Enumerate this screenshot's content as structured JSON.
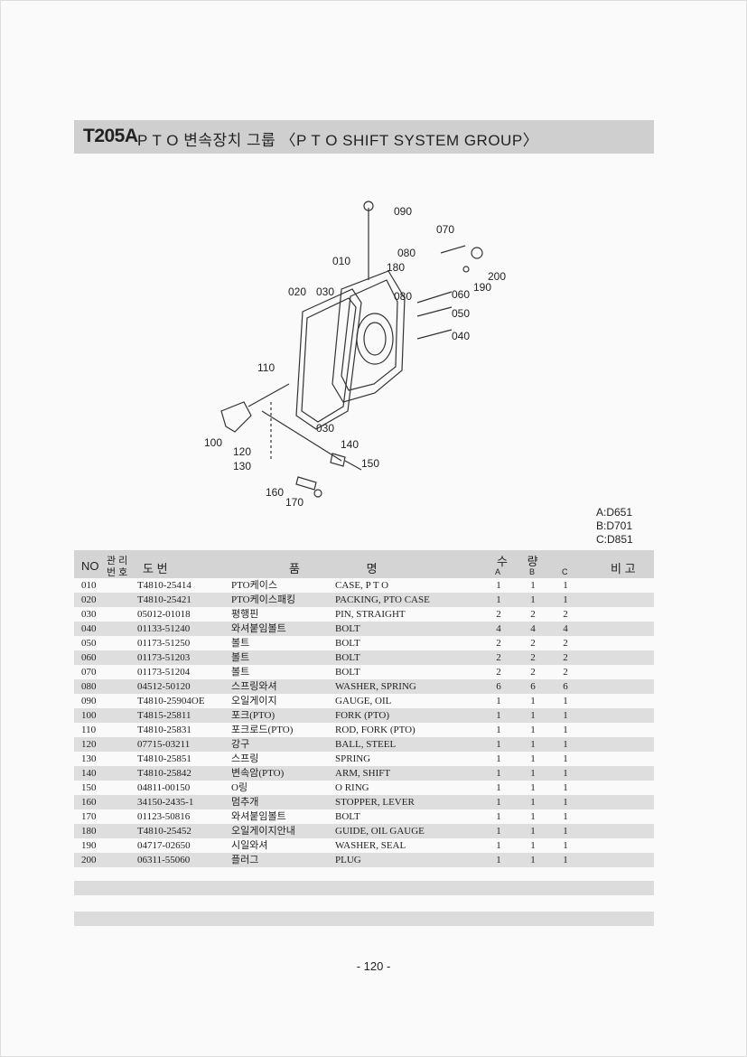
{
  "header": {
    "code": "T205A",
    "title": "P T O 변속장치 그룹 〈P T O SHIFT SYSTEM GROUP〉"
  },
  "diagram": {
    "callouts": [
      "090",
      "070",
      "080",
      "010",
      "180",
      "200",
      "020",
      "030",
      "080",
      "060",
      "190",
      "050",
      "040",
      "110",
      "030",
      "100",
      "140",
      "120",
      "150",
      "130",
      "160",
      "170"
    ]
  },
  "models": [
    "A:D651",
    "B:D701",
    "C:D851"
  ],
  "table": {
    "headers": {
      "no": "NO",
      "mgmt_top": "관 리",
      "mgmt_bottom": "번 호",
      "drawing": "도 번",
      "name": "품 명",
      "qty": "수 량",
      "a": "A",
      "b": "B",
      "c": "C",
      "remarks": "비 고"
    },
    "rows": [
      {
        "no": "010",
        "part": "T4810-25414",
        "kr": "PTO케이스",
        "en": "CASE, P T O",
        "a": "1",
        "b": "1",
        "c": "1"
      },
      {
        "no": "020",
        "part": "T4810-25421",
        "kr": "PTO케이스패킹",
        "en": "PACKING, PTO CASE",
        "a": "1",
        "b": "1",
        "c": "1"
      },
      {
        "no": "030",
        "part": "05012-01018",
        "kr": "평행핀",
        "en": "PIN, STRAIGHT",
        "a": "2",
        "b": "2",
        "c": "2"
      },
      {
        "no": "040",
        "part": "01133-51240",
        "kr": "와셔붙임볼트",
        "en": "BOLT",
        "a": "4",
        "b": "4",
        "c": "4"
      },
      {
        "no": "050",
        "part": "01173-51250",
        "kr": "볼트",
        "en": "BOLT",
        "a": "2",
        "b": "2",
        "c": "2"
      },
      {
        "no": "060",
        "part": "01173-51203",
        "kr": "볼트",
        "en": "BOLT",
        "a": "2",
        "b": "2",
        "c": "2"
      },
      {
        "no": "070",
        "part": "01173-51204",
        "kr": "볼트",
        "en": "BOLT",
        "a": "2",
        "b": "2",
        "c": "2"
      },
      {
        "no": "080",
        "part": "04512-50120",
        "kr": "스프링와셔",
        "en": "WASHER, SPRING",
        "a": "6",
        "b": "6",
        "c": "6"
      },
      {
        "no": "090",
        "part": "T4810-25904OE",
        "kr": "오일게이지",
        "en": "GAUGE, OIL",
        "a": "1",
        "b": "1",
        "c": "1"
      },
      {
        "no": "100",
        "part": "T4815-25811",
        "kr": "포크(PTO)",
        "en": "FORK (PTO)",
        "a": "1",
        "b": "1",
        "c": "1"
      },
      {
        "no": "110",
        "part": "T4810-25831",
        "kr": "포크로드(PTO)",
        "en": "ROD, FORK (PTO)",
        "a": "1",
        "b": "1",
        "c": "1"
      },
      {
        "no": "120",
        "part": "07715-03211",
        "kr": "강구",
        "en": "BALL, STEEL",
        "a": "1",
        "b": "1",
        "c": "1"
      },
      {
        "no": "130",
        "part": "T4810-25851",
        "kr": "스프링",
        "en": "SPRING",
        "a": "1",
        "b": "1",
        "c": "1"
      },
      {
        "no": "140",
        "part": "T4810-25842",
        "kr": "변속암(PTO)",
        "en": "ARM, SHIFT",
        "a": "1",
        "b": "1",
        "c": "1"
      },
      {
        "no": "150",
        "part": "04811-00150",
        "kr": "O링",
        "en": "O RING",
        "a": "1",
        "b": "1",
        "c": "1"
      },
      {
        "no": "160",
        "part": "34150-2435-1",
        "kr": "멈추개",
        "en": "STOPPER, LEVER",
        "a": "1",
        "b": "1",
        "c": "1"
      },
      {
        "no": "170",
        "part": "01123-50816",
        "kr": "와셔붙임볼트",
        "en": "BOLT",
        "a": "1",
        "b": "1",
        "c": "1"
      },
      {
        "no": "180",
        "part": "T4810-25452",
        "kr": "오일게이지안내",
        "en": "GUIDE, OIL GAUGE",
        "a": "1",
        "b": "1",
        "c": "1"
      },
      {
        "no": "190",
        "part": "04717-02650",
        "kr": "시일와셔",
        "en": "WASHER, SEAL",
        "a": "1",
        "b": "1",
        "c": "1"
      },
      {
        "no": "200",
        "part": "06311-55060",
        "kr": "플러그",
        "en": "PLUG",
        "a": "1",
        "b": "1",
        "c": "1"
      }
    ]
  },
  "footer": {
    "page": "- 120 -"
  }
}
